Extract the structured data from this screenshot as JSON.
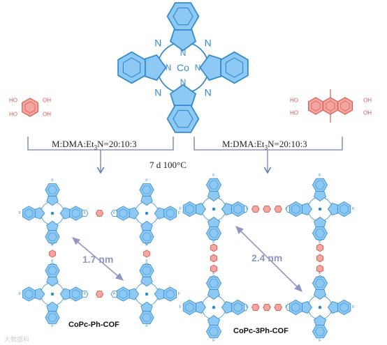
{
  "colors": {
    "pc_blue": "#2f8ad1",
    "pc_fill": "#8ec9f3",
    "linker_red": "#e0574f",
    "linker_fill": "#f3a7a1",
    "bracket": "#6f7fb1",
    "dist_arrow": "#8f96c6"
  },
  "reaction": {
    "solvent_left": "M:DMA:Et3N=20:10:3",
    "solvent_right": "M:DMA:Et3N=20:10:3",
    "conditions": "7 d  100°C",
    "monomer_center_label": "Co",
    "ring_n_label": "N",
    "substituent_label": "F",
    "hydroxyl_label": "HO",
    "hydroxyl_label_right": "OH"
  },
  "products": {
    "left": {
      "name": "CoPc-Ph-COF",
      "pore_size": "1.7 nm"
    },
    "right": {
      "name": "CoPc-3Ph-COF",
      "pore_size": "2.4 nm"
    }
  },
  "watermark": "大数据科"
}
